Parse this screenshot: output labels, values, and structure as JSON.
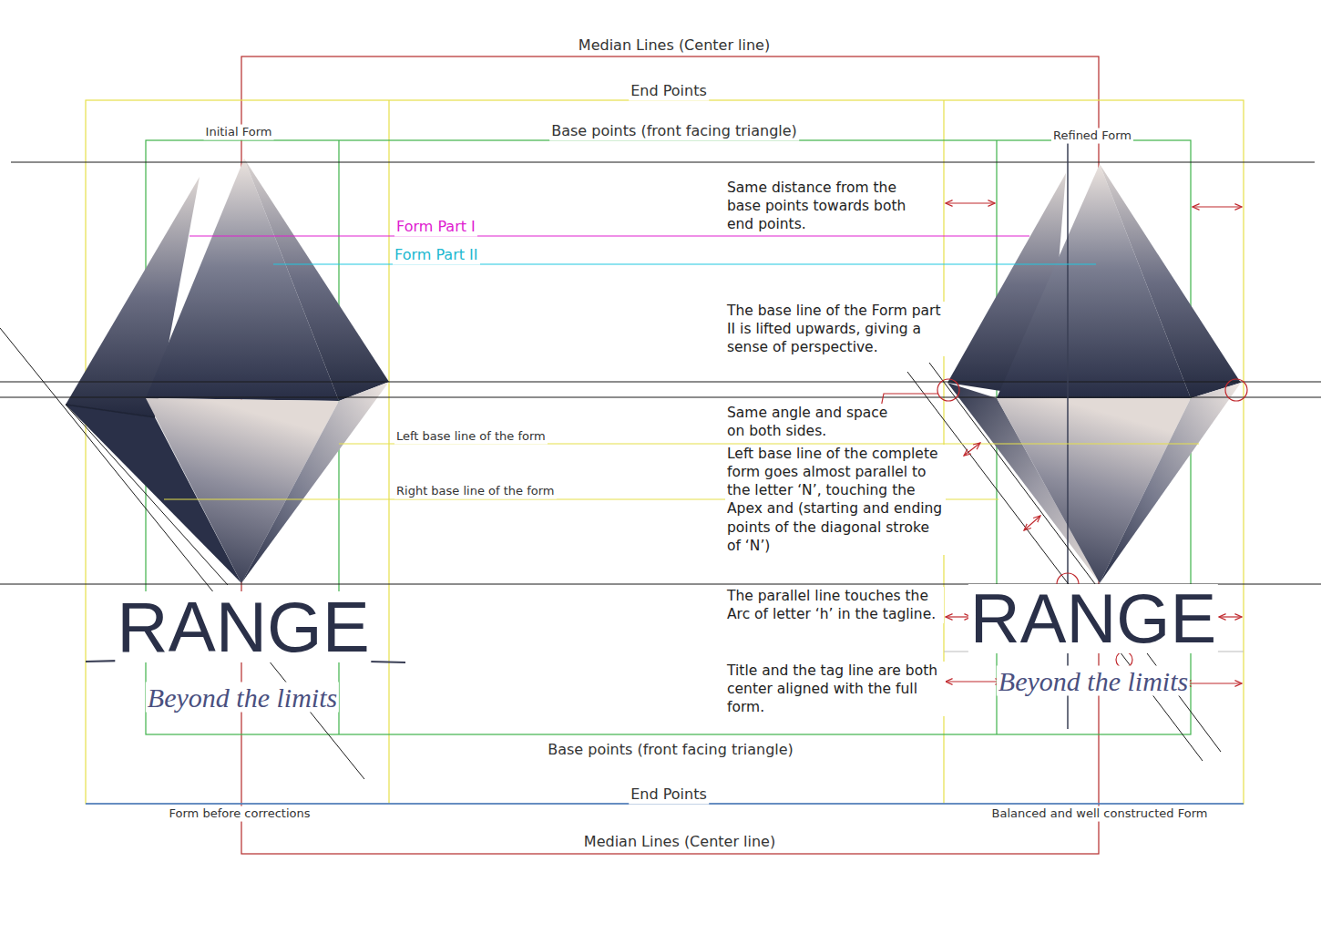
{
  "diagram": {
    "labels": [
      "Median Lines (Center line)",
      "End Points",
      "Initial Form",
      "Base points (front facing triangle)",
      "Refined Form",
      "Same distance from the base points towards both end points.",
      "Form Part I",
      "Form Part II",
      "The base line of the Form part II is lifted upwards, giving a sense of perspective.",
      "Same angle and space on both sides.",
      "Left base line of the form",
      "Left base line of the complete form goes almost parallel to the letter ‘N’, touching the Apex and (starting and ending points of the diagonal stroke of ‘N’)",
      "Right base line of the form",
      "The parallel line touches the Arc of letter ‘h’ in the tagline.",
      "Title and the tag line are both center aligned with the full form.",
      "RANGE",
      "Beyond the limits",
      "RANGE",
      "Beyond the limits",
      "Base points (front facing triangle)",
      "End Points",
      "Form before corrections",
      "Balanced and well constructed Form",
      "Median Lines (Center line)"
    ]
  }
}
